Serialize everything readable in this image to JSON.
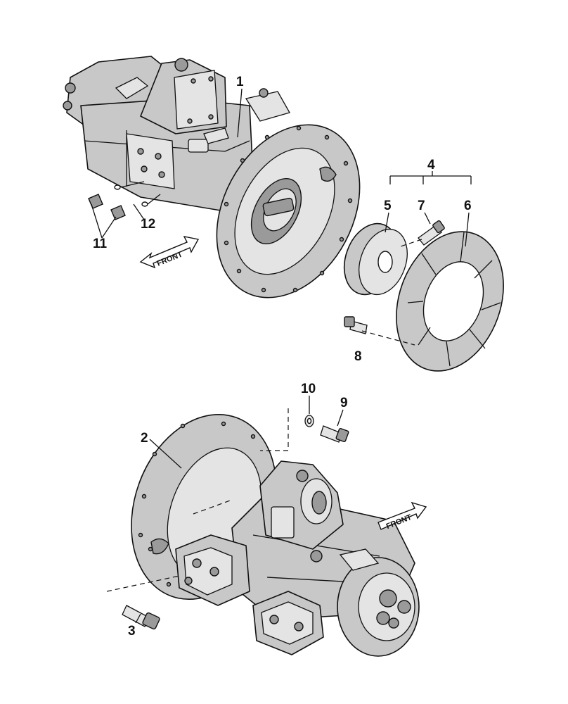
{
  "callouts": {
    "c1": "1",
    "c2": "2",
    "c3": "3",
    "c4": "4",
    "c5": "5",
    "c6": "6",
    "c7": "7",
    "c8": "8",
    "c9": "9",
    "c10": "10",
    "c11": "11",
    "c12": "12"
  },
  "arrows": {
    "front_top": "FRONT",
    "front_bottom": "FRONT"
  }
}
